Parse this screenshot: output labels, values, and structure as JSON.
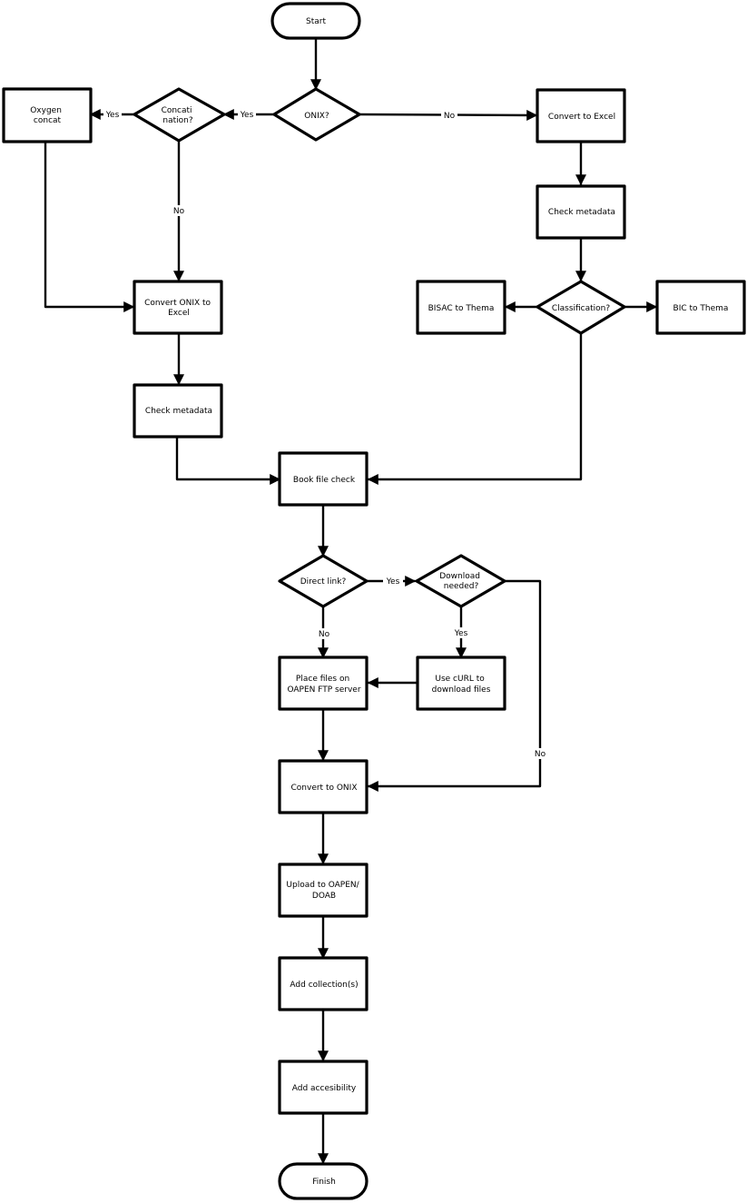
{
  "nodes": {
    "start": "Start",
    "onix": "ONIX?",
    "concatenation": "Concati\nnation?",
    "oxygen_concat": "Oxygen\nconcat",
    "convert_excel_right": "Convert to Excel",
    "check_metadata_right": "Check metadata",
    "classification": "Classification?",
    "bisac_thema": "BISAC to Thema",
    "bic_thema": "BIC to Thema",
    "convert_onix_excel": "Convert ONIX to\nExcel",
    "check_metadata_left": "Check metadata",
    "book_file_check": "Book file check",
    "direct_link": "Direct link?",
    "download_needed": "Download\nneeded?",
    "use_curl": "Use cURL to\ndownload files",
    "place_files": "Place files on\nOAPEN FTP server",
    "convert_to_onix": "Convert to ONIX",
    "upload": "Upload to OAPEN/\nDOAB",
    "add_collections": "Add collection(s)",
    "add_accessibility": "Add accesibility",
    "finish": "Finish"
  },
  "edge_labels": {
    "onix_yes": "Yes",
    "onix_no": "No",
    "concat_yes": "Yes",
    "concat_no": "No",
    "direct_yes": "Yes",
    "direct_no": "No",
    "download_yes": "Yes",
    "download_no": "No"
  }
}
